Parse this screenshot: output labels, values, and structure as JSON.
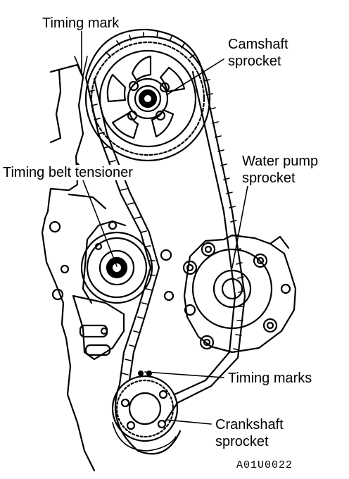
{
  "labels": {
    "timing_mark": "Timing mark",
    "camshaft_line1": "Camshaft",
    "camshaft_line2": "sprocket",
    "water_pump_line1": "Water pump",
    "water_pump_line2": "sprocket",
    "tensioner": "Timing belt tensioner",
    "timing_marks": "Timing marks",
    "crankshaft_line1": "Crankshaft",
    "crankshaft_line2": "sprocket"
  },
  "figure_code": "A01U0022"
}
